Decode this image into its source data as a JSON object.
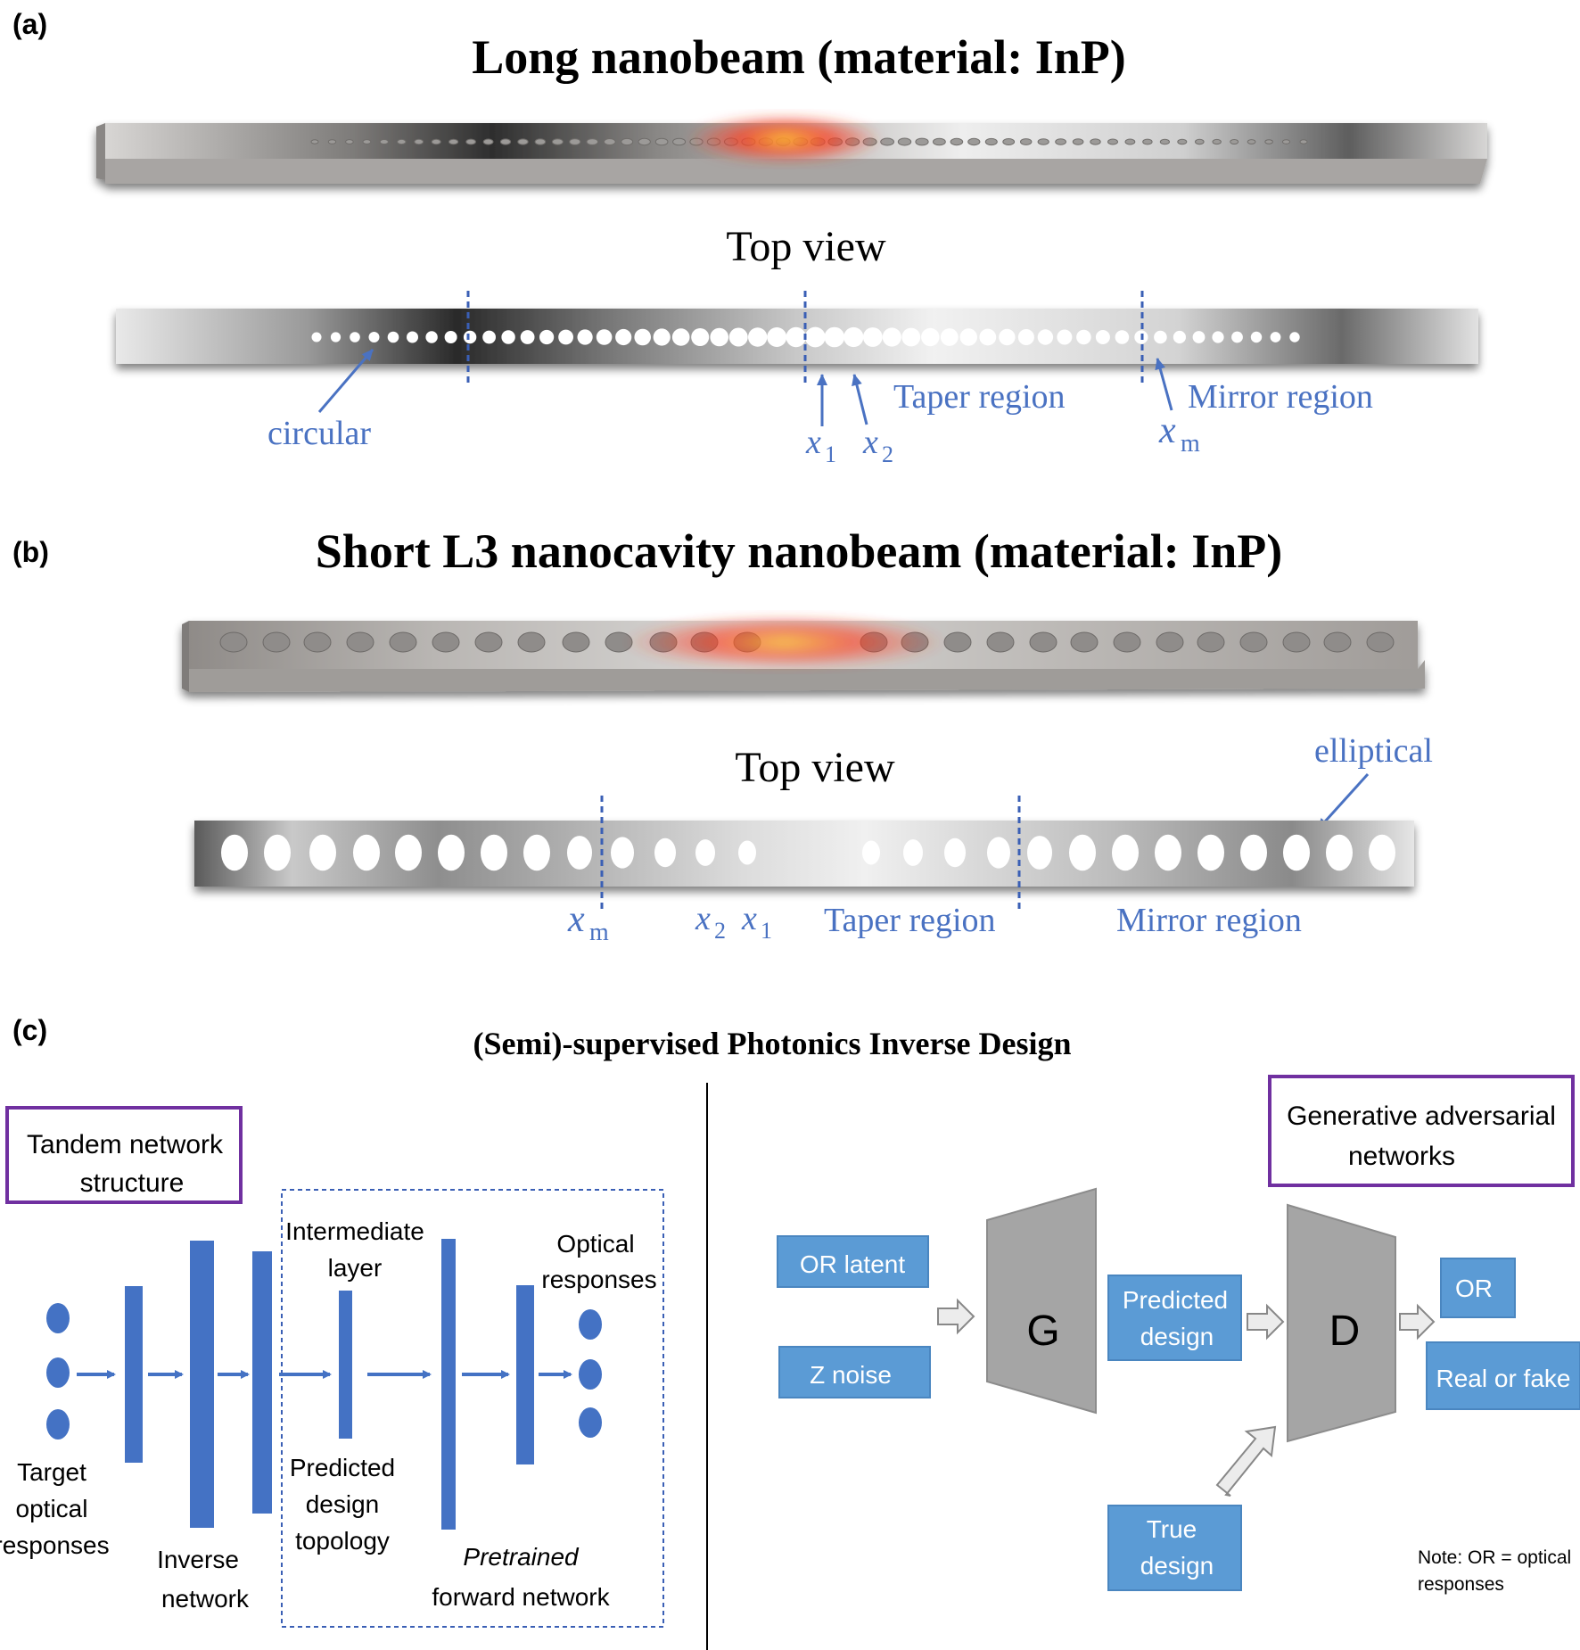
{
  "panel_a": {
    "letter": "(a)",
    "title": "Long nanobeam (material: InP)",
    "top_view": "Top view",
    "label_circular": "circular",
    "label_taper": "Taper region",
    "label_mirror": "Mirror region",
    "label_x1": "x",
    "label_x1_sub": "1",
    "label_x2": "x",
    "label_x2_sub": "2",
    "label_xm": "x",
    "label_xm_sub": "m"
  },
  "panel_b": {
    "letter": "(b)",
    "title": "Short L3 nanocavity nanobeam (material: InP)",
    "top_view": "Top view",
    "label_elliptical": "elliptical",
    "label_taper": "Taper region",
    "label_mirror": "Mirror region",
    "label_xm": "x",
    "label_xm_sub": "m",
    "label_x2": "x",
    "label_x2_sub": "2",
    "label_x1": "x",
    "label_x1_sub": "1"
  },
  "panel_c": {
    "letter": "(c)",
    "title": "(Semi)-supervised Photonics Inverse Design",
    "tandem_box": [
      "Tandem  network",
      "structure"
    ],
    "intermediate": [
      "Intermediate",
      "layer"
    ],
    "optical_responses": [
      "Optical",
      "responses"
    ],
    "target": [
      "Target",
      "optical",
      "responses"
    ],
    "inverse": [
      "Inverse",
      "network"
    ],
    "predicted_topology": [
      "Predicted",
      "design",
      "topology"
    ],
    "pretrained": "Pretrained",
    "forward": "forward network",
    "gan_box": [
      "Generative adversarial",
      "networks"
    ],
    "or_latent": "OR latent",
    "z_noise": "Z noise",
    "G": "G",
    "predicted_design": [
      "Predicted",
      "design"
    ],
    "D": "D",
    "or_out": "OR",
    "real_fake": "Real  or fake",
    "true_design": [
      "True",
      "design"
    ],
    "note": [
      "Note: OR = optical",
      "responses"
    ]
  },
  "colors": {
    "blue_text": "#4A72C2",
    "box_blue": "#5B9BD5",
    "bar_blue": "#4472C4",
    "purple": "#7030A0",
    "trap_gray": "#A5A5A5"
  }
}
